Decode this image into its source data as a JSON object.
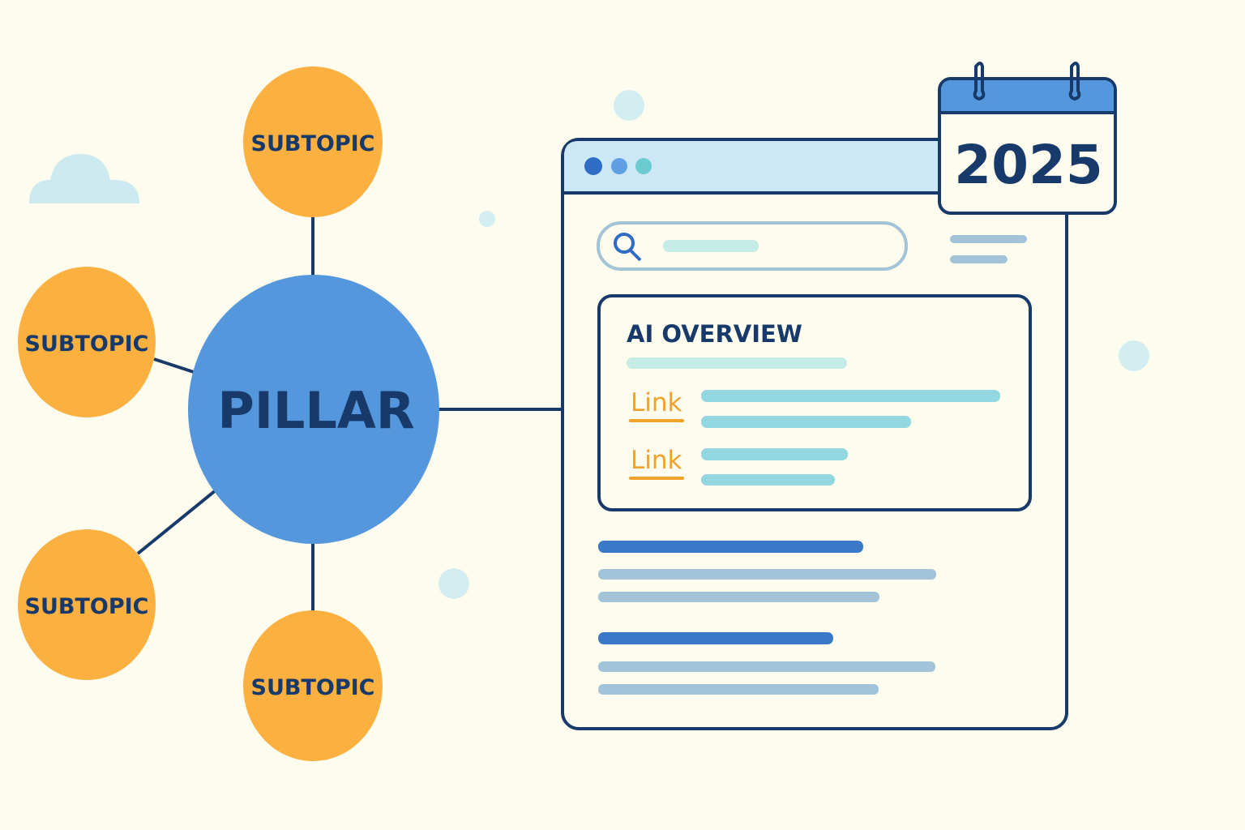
{
  "diagram": {
    "pillar": {
      "label": "PILLAR"
    },
    "subtopics": [
      {
        "label": "SUBTOPIC"
      },
      {
        "label": "SUBTOPIC"
      },
      {
        "label": "SUBTOPIC"
      },
      {
        "label": "SUBTOPIC"
      }
    ]
  },
  "browser": {
    "ai_overview": {
      "title": "AI OVERVIEW",
      "links": [
        {
          "label": "Link"
        },
        {
          "label": "Link"
        }
      ]
    }
  },
  "calendar": {
    "year": "2025"
  },
  "colors": {
    "background": "#fefcee",
    "navy": "#173a6a",
    "pillar": "#5597dc",
    "subtopic": "#fbb040",
    "link": "#f0a22a",
    "teal_bar": "#93d8e0",
    "blue_bar": "#3a78c8",
    "grey_bar": "#a3c4d8"
  }
}
